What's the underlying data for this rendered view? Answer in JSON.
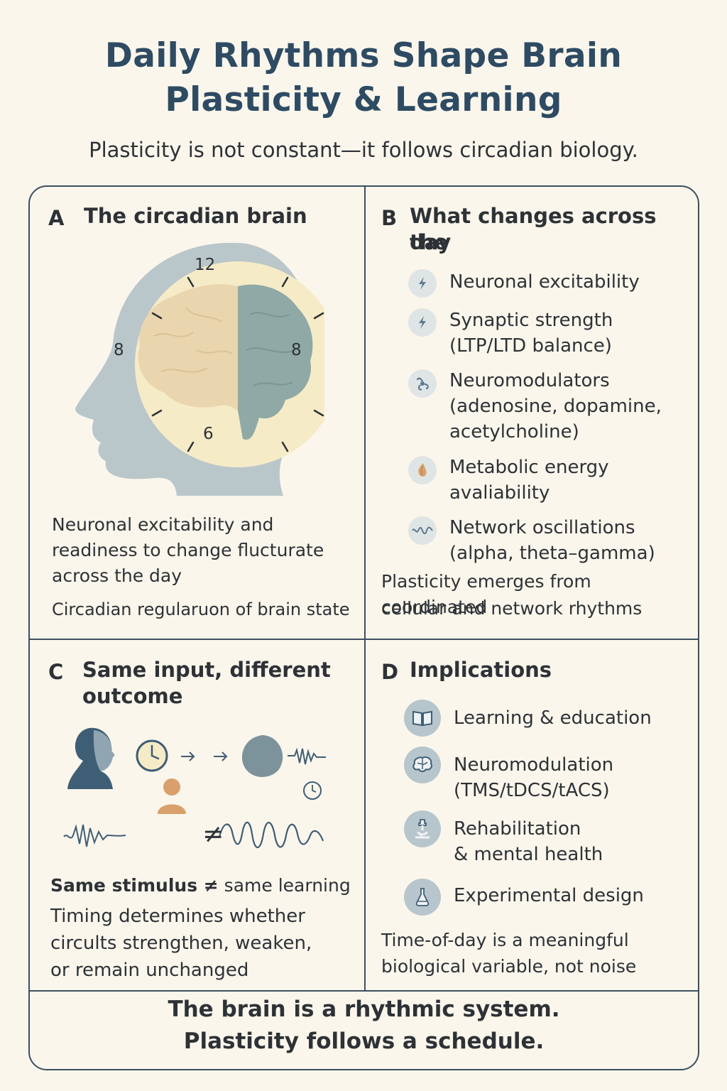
{
  "header": {
    "title_line1": "Daily Rhythms Shape Brain",
    "title_line2": "Plasticity & Learning",
    "subtitle": "Plasticity is not constant—it follows circadian biology."
  },
  "panel_a": {
    "letter": "A",
    "title": "The circadian brain",
    "clock": {
      "top": "12",
      "left": "8",
      "right": "8",
      "bottom": "6"
    },
    "text_line1": "Neuronal excitability and",
    "text_line2": "readiness to change flucturate",
    "text_line3": "across the day",
    "caption": "Circadian regularuon of brain state"
  },
  "panel_b": {
    "letter": "B",
    "title_line1": "What changes across the",
    "title_line2": "day",
    "items": [
      {
        "icon": "lightning-icon",
        "line1": "Neuronal excitability",
        "line2": "",
        "line3": ""
      },
      {
        "icon": "lightning-icon",
        "line1": "Synaptic strength",
        "line2": "(LTP/LTD balance)",
        "line3": ""
      },
      {
        "icon": "molecule-icon",
        "line1": "Neuromodulators",
        "line2": "(adenosine, dopamine,",
        "line3": "acetylcholine)"
      },
      {
        "icon": "energy-drop-icon",
        "line1": "Metabolic energy",
        "line2": "avaliability",
        "line3": ""
      },
      {
        "icon": "wave-icon",
        "line1": "Network oscillations",
        "line2": "(alpha, theta–gamma)",
        "line3": ""
      }
    ],
    "summary_line1": "Plasticity emerges from coordinated",
    "summary_line2": "cellular and network rhythms"
  },
  "panel_c": {
    "letter": "C",
    "title_line1": "Same input, different",
    "title_line2": "outcome",
    "not_equal": "≠",
    "statement_bold": "Same stimulus ≠",
    "statement_rest": " same learning",
    "text_line1": "Timing determines whether",
    "text_line2": "circults strengthen, weaken,",
    "text_line3": "or remain unchanged"
  },
  "panel_d": {
    "letter": "D",
    "title": "Implications",
    "items": [
      {
        "icon": "book-icon",
        "line1": "Learning & education",
        "line2": ""
      },
      {
        "icon": "brain-icon",
        "line1": "Neuromodulation",
        "line2": "(TMS/tDCS/tACS)"
      },
      {
        "icon": "microscope-icon",
        "line1": "Rehabilitation",
        "line2": "& mental health"
      },
      {
        "icon": "flask-icon",
        "line1": "Experimental design",
        "line2": ""
      }
    ],
    "text_line1": "Time-of-day is a meaningful",
    "text_line2": "biological variable, not noise"
  },
  "footer": {
    "line1": "The brain is a rhythmic system.",
    "line2": "Plasticity follows a schedule."
  },
  "colors": {
    "title": "#2d4b63",
    "border": "#3b4f61",
    "head": "#b9c6ca",
    "clock_face": "#f6ebc7",
    "brain_left": "#ead6ae",
    "brain_right": "#8fa9a6",
    "accent_orange": "#d9a06b",
    "figure_blue": "#3e5e75"
  }
}
